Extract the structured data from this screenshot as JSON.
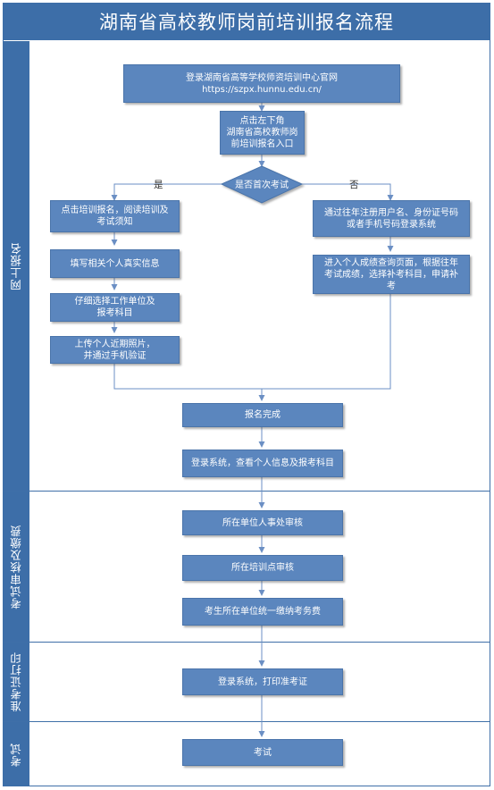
{
  "title": "湖南省高校教师岗前培训报名流程",
  "lanes": [
    "网上报名",
    "考试审核及缴费",
    "准考证打印",
    "考试"
  ],
  "decision": {
    "text": "是否首次考试",
    "yes": "是",
    "no": "否"
  },
  "nodes": {
    "login_site": [
      "登录湖南省高等学校师资培训中心官网",
      "https://szpx.hunnu.edu.cn/"
    ],
    "click_entry": [
      "点击左下角",
      "湖南省高校教师岗",
      "前培训报名入口"
    ],
    "read_notice": [
      "点击培训报名，阅读培训及",
      "考试须知"
    ],
    "fill_info": [
      "填写相关个人真实信息"
    ],
    "choose_unit": [
      "仔细选择工作单位及",
      "报考科目"
    ],
    "upload_photo": [
      "上传个人近期照片，",
      "并通过手机验证"
    ],
    "login_old": [
      "通过往年注册用户名、身份证号码",
      "或者手机号码登录系统"
    ],
    "query_scores": [
      "进入个人成绩查询页面，根据往年",
      "考试成绩，选择补考科目，申请补",
      "考"
    ],
    "reg_done": [
      "报名完成"
    ],
    "check_info": [
      "登录系统，查看个人信息及报考科目"
    ],
    "unit_review": [
      "所在单位人事处审核"
    ],
    "site_review": [
      "所在培训点审核"
    ],
    "pay_fee": [
      "考生所在单位统一缴纳考务费"
    ],
    "print_ticket": [
      "登录系统，打印准考证"
    ],
    "exam": [
      "考试"
    ]
  },
  "colors": {
    "accent": "#3d6ea8",
    "box": "#5b86be",
    "line": "#6b8fc4"
  }
}
